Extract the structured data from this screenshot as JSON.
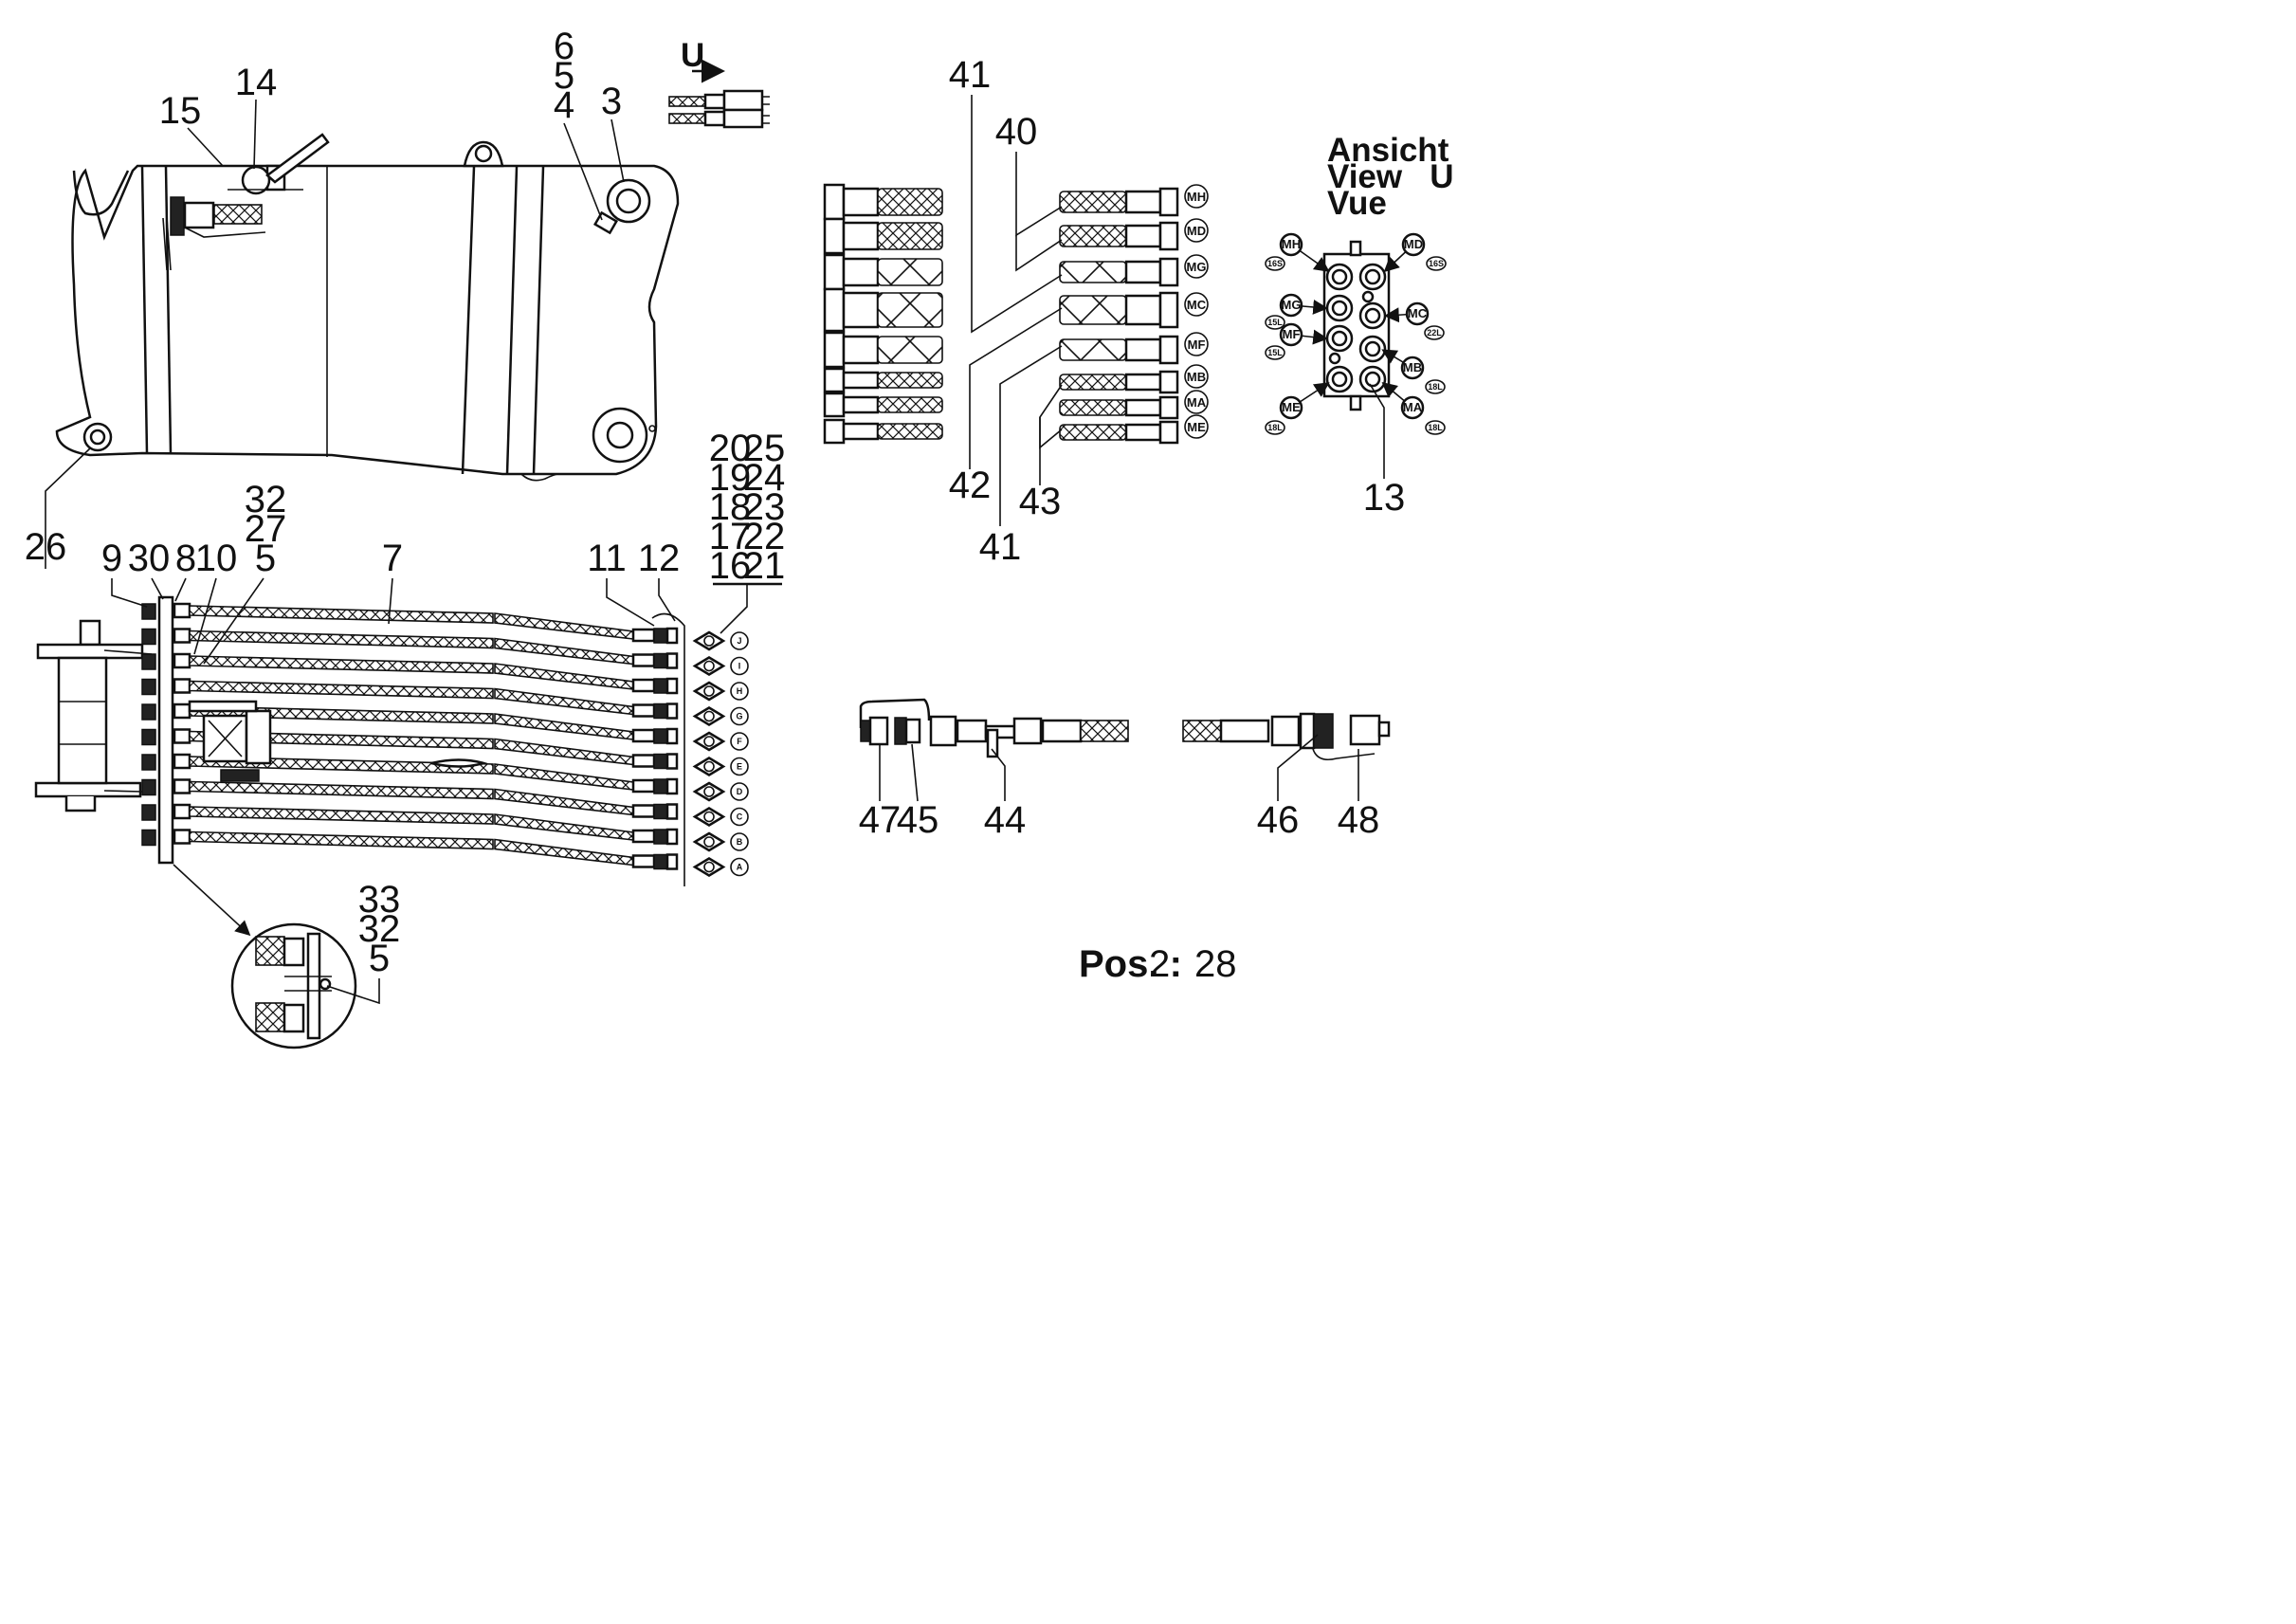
{
  "drawing": {
    "main_view": {
      "callouts": [
        "14",
        "15",
        "6",
        "5",
        "4",
        "3",
        "26"
      ],
      "view_marker": "U"
    },
    "hose_bundle": {
      "callouts": [
        "9",
        "30",
        "8",
        "10",
        "32",
        "27",
        "5",
        "7",
        "11",
        "12"
      ],
      "group_labels": [
        "20",
        "25",
        "19",
        "24",
        "18",
        "23",
        "17",
        "22",
        "16",
        "21"
      ],
      "end_marks": [
        "J",
        "I",
        "H",
        "G",
        "F",
        "E",
        "D",
        "C",
        "B",
        "A"
      ]
    },
    "detail_view": {
      "callouts": [
        "33",
        "32",
        "5"
      ]
    },
    "hose_set": {
      "callouts": [
        "41",
        "40",
        "42",
        "41",
        "43"
      ],
      "port_tags": [
        "MH",
        "MD",
        "MG",
        "MC",
        "MF",
        "MB",
        "MA",
        "ME"
      ]
    },
    "view_u": {
      "title_lines": [
        "Ansicht",
        "View   U",
        "Vue"
      ],
      "port_tags": [
        "MH",
        "MD",
        "MG",
        "MC",
        "MF",
        "MB",
        "ME",
        "MA"
      ],
      "size_tags": [
        "16S",
        "16S",
        "15L",
        "22L",
        "15L",
        "18L",
        "18L",
        "18L"
      ],
      "callout": "13"
    },
    "coupling_assembly": {
      "callouts": [
        "47",
        "45",
        "44",
        "46",
        "48"
      ]
    },
    "position_note": {
      "prefix": "Pos. :",
      "values": [
        "2",
        "28"
      ]
    }
  }
}
